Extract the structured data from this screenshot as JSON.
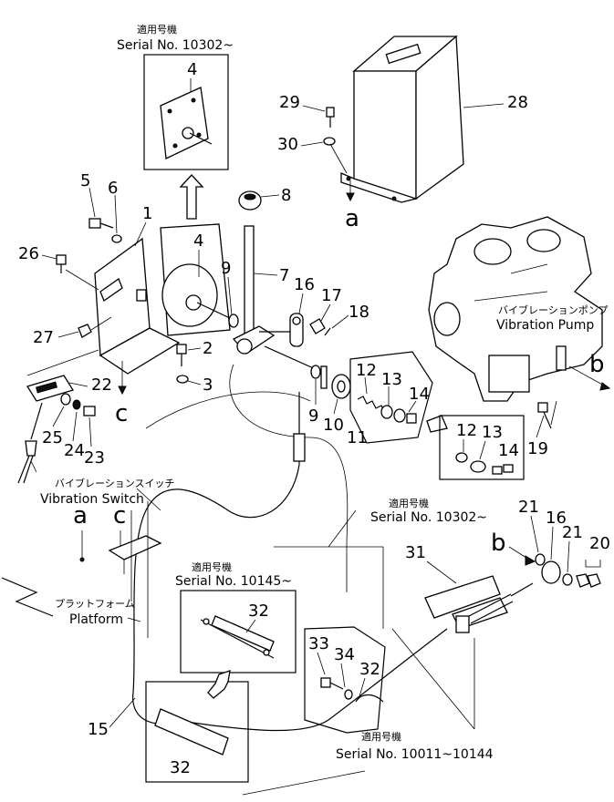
{
  "inset_top": {
    "jp": "適用号機",
    "serial": "Serial No. 10302~",
    "part": "4"
  },
  "callouts": {
    "p1": "1",
    "p2": "2",
    "p3": "3",
    "p4": "4",
    "p5": "5",
    "p6": "6",
    "p7": "7",
    "p8": "8",
    "p9a": "9",
    "p9b": "9",
    "p10": "10",
    "p11": "11",
    "p12a": "12",
    "p12b": "12",
    "p13a": "13",
    "p13b": "13",
    "p14a": "14",
    "p14b": "14",
    "p15": "15",
    "p16a": "16",
    "p16b": "16",
    "p17": "17",
    "p18": "18",
    "p19": "19",
    "p20": "20",
    "p21a": "21",
    "p21b": "21",
    "p22": "22",
    "p23": "23",
    "p24": "24",
    "p25": "25",
    "p26": "26",
    "p27": "27",
    "p28": "28",
    "p29": "29",
    "p30": "30",
    "p31": "31",
    "p32a": "32",
    "p32b": "32",
    "p32c": "32",
    "p33": "33",
    "p34": "34"
  },
  "ref_letters": {
    "a_top": "a",
    "a_left": "a",
    "b_right": "b",
    "b_mid": "b",
    "c_mid": "c",
    "c_left": "c"
  },
  "vibration_pump": {
    "jp": "バイブレーションポンプ",
    "en": "Vibration Pump"
  },
  "vibration_switch": {
    "jp": "バイブレーションスイッチ",
    "en": "Vibration Switch"
  },
  "platform": {
    "jp": "プラットフォーム",
    "en": "Platform"
  },
  "serial_mid": {
    "jp": "適用号機",
    "en": "Serial No. 10302~"
  },
  "serial_10145": {
    "jp": "適用号機",
    "en": "Serial No. 10145~"
  },
  "serial_bottom": {
    "jp": "適用号機",
    "en": "Serial No. 10011~10144"
  }
}
